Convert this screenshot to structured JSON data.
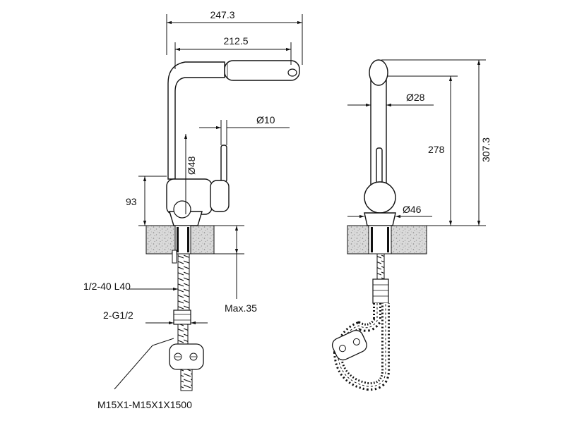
{
  "labels": {
    "width_total": "247.3",
    "width_spout": "212.5",
    "dia_lever": "Ø10",
    "dia_body": "Ø48",
    "height_base": "93",
    "thread_hose": "1/2-40 L40",
    "thread_fitting": "2-G1/2",
    "max_thickness": "Max.35",
    "hose_spec": "M15X1-M15X1X1500",
    "dia_spout": "Ø28",
    "dia_base": "Ø46",
    "height_spout": "278",
    "height_total": "307.3"
  },
  "colors": {
    "line": "#111111",
    "countertop": "#d8d8d8",
    "background": "#ffffff"
  }
}
